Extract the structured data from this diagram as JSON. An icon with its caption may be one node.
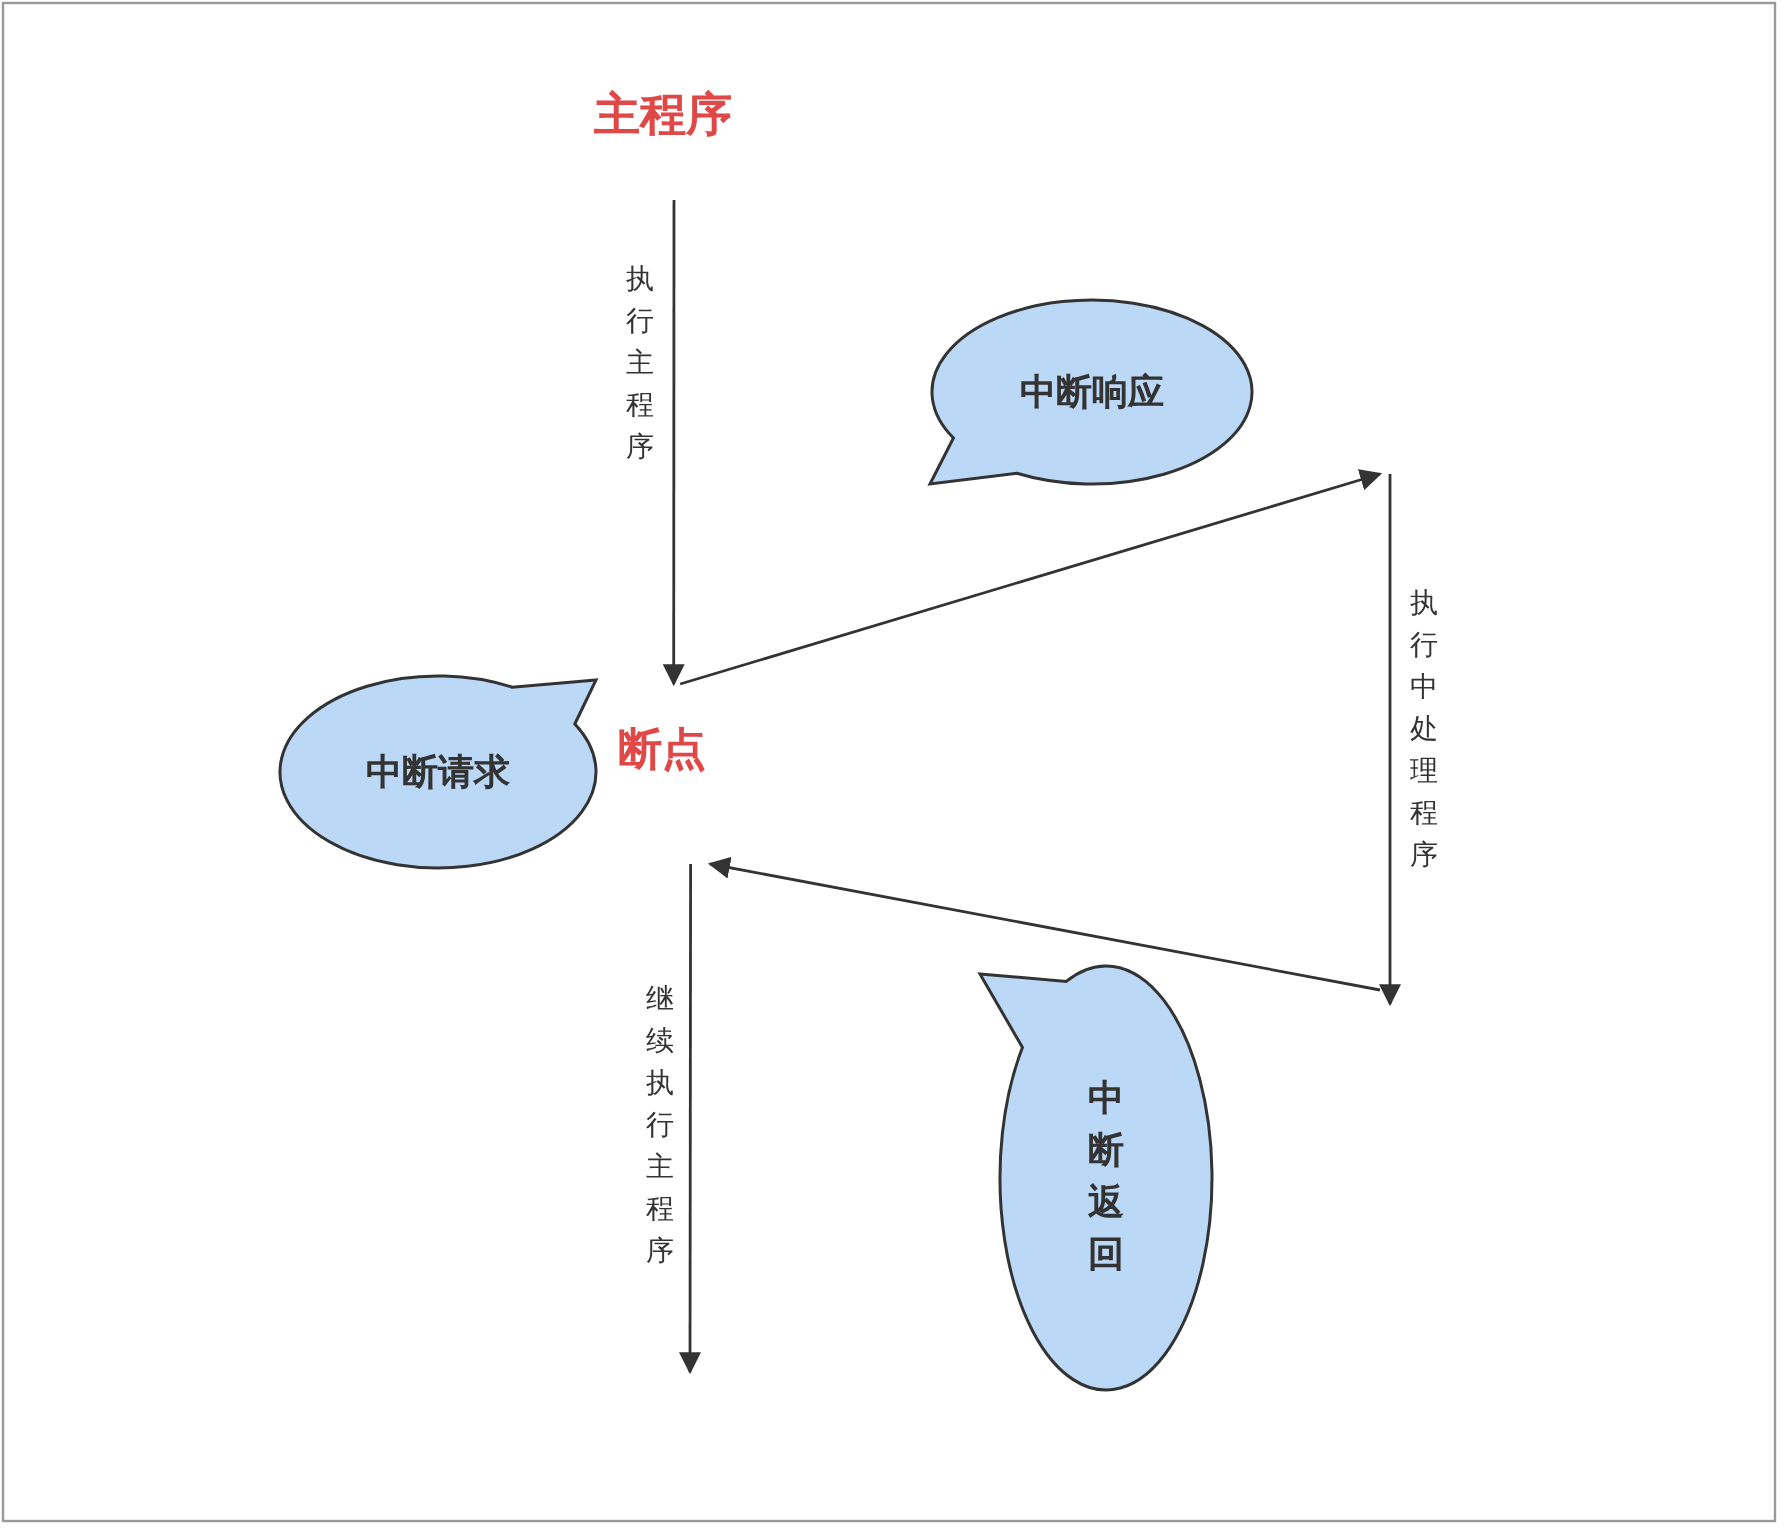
{
  "diagram": {
    "nodes": [
      {
        "text": [
          "主程序"
        ]
      },
      {
        "text": [
          "断点"
        ]
      },
      {
        "text": [
          "中断请求"
        ]
      },
      {
        "text": [
          "中断响应"
        ]
      },
      {
        "text": [
          "中断返回"
        ]
      }
    ],
    "edges": [
      {
        "from": 0,
        "to": 1,
        "arrow": "to",
        "label": "执行主程序"
      },
      {
        "from": 1,
        "to": null,
        "arrow": "to"
      },
      {
        "from": null,
        "to": 1,
        "arrow": "to"
      },
      {
        "from": 1,
        "to": null,
        "arrow": "to",
        "label": "继续执行主程序"
      }
    ],
    "labels": [
      "执行中处理程序"
    ]
  }
}
